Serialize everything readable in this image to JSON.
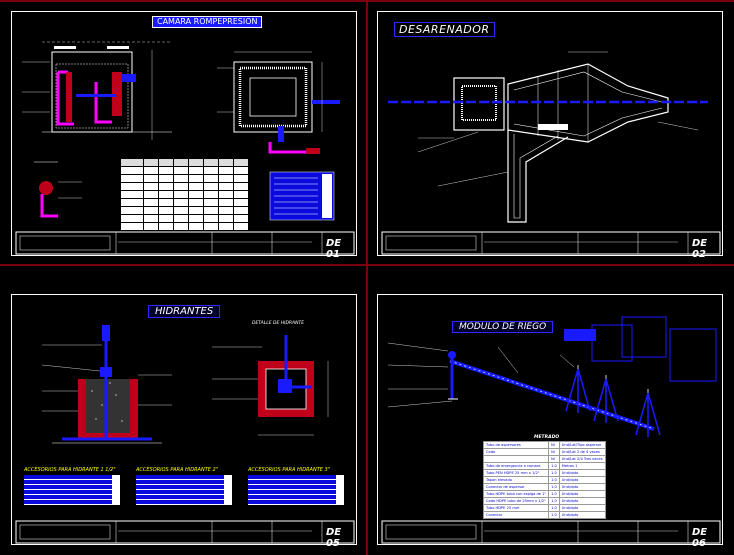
{
  "sheets": [
    {
      "title": "CAMARA ROMPEPRESION",
      "code": "DE 01"
    },
    {
      "title": "DESARENADOR",
      "code": "DE 02"
    },
    {
      "title": "HIDRANTES",
      "code": "DE 05"
    },
    {
      "title": "MODULO DE RIEGO",
      "code": "DE 06"
    }
  ],
  "hidrantes_captions": [
    "ACCESORIOS PARA HIDRANTE 1 1/2\"",
    "ACCESORIOS PARA HIDRANTE 2\"",
    "ACCESORIOS PARA HIDRANTE 3\""
  ],
  "hidrantes_detail_label": "DETALLE DE HIDRANTE",
  "metrado_label": "METRADO",
  "metrado_rows": [
    [
      "Tubo de aspersores",
      "Ni",
      "Und/Lat/Tipo aspersor"
    ],
    [
      "Codo",
      "Ni",
      "Und/Lat 2 de 4 veces"
    ],
    [
      "",
      "Ni",
      "Und/Lat 2/4 Tres veces"
    ],
    [
      "Tubo de emergencia a camara",
      "1.0",
      "Metros 1"
    ],
    [
      "Tubo PEN HDPE 25 mm x 1/2\"",
      "1.0",
      "Und/dpto"
    ],
    [
      "Tapon elevado",
      "1.0",
      "Und/dpto"
    ],
    [
      "Conector de aspersor",
      "1.0",
      "Und/dpto"
    ],
    [
      "Tubo HDPE tubo con espiga de 1\"",
      "1.0",
      "Und/dpto"
    ],
    [
      "Codo HDPE tubo de 25mm x 1/2\"",
      "1.0",
      "Und/dpto"
    ],
    [
      "Tubo HDPE 25 mm",
      "1.0",
      "Und/dpto"
    ],
    [
      "Conector",
      "1.0",
      "Und/dpto"
    ]
  ],
  "colors": {
    "line": "#ffffff",
    "accent": "#1a1aff",
    "section": "#c0001a",
    "pipe": "#ff00ff",
    "divider": "#7a0010",
    "caption": "#ffff00"
  }
}
